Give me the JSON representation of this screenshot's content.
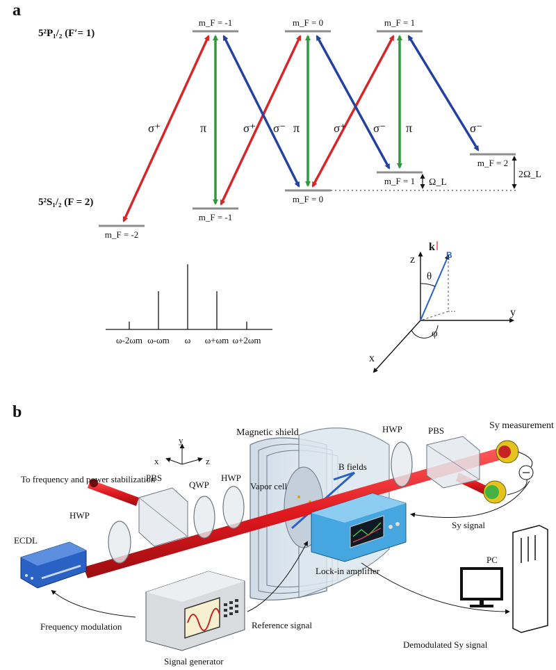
{
  "panel_a": {
    "label": "a",
    "excited_state": {
      "term": "5²P₁/₂",
      "qn": "(F′= 1)"
    },
    "ground_state": {
      "term": "5²S₁/₂",
      "qn": "(F = 2)"
    },
    "excited_levels": [
      "m_F = -1",
      "m_F = 0",
      "m_F = 1"
    ],
    "ground_levels": [
      "m_F = -2",
      "m_F = -1",
      "m_F = 0",
      "m_F = 1",
      "m_F = 2"
    ],
    "transitions": {
      "sigma_plus": "σ⁺",
      "pi": "π",
      "sigma_minus": "σ⁻"
    },
    "splitting_labels": [
      "Ω_L",
      "2Ω_L"
    ],
    "spectrum_ticks": [
      "ω-2ωm",
      "ω-ωm",
      "ω",
      "ω+ωm",
      "ω+2ωm"
    ],
    "spectrum_heights": [
      0.09,
      0.44,
      0.75,
      0.44,
      0.09
    ],
    "axes": {
      "x": "x",
      "y": "y",
      "z": "z",
      "k": "k",
      "B": "B",
      "theta": "θ",
      "phi": "φ"
    },
    "colors": {
      "sigma_plus": "#d7262a",
      "pi": "#2f9a3c",
      "sigma_minus": "#2440a0",
      "level": "#8c8c8c"
    }
  },
  "panel_b": {
    "label": "b",
    "labels": {
      "to_stab": "To frequency and power stabilization",
      "hwp1": "HWP",
      "pbs1": "PBS",
      "qwp": "QWP",
      "hwp2": "HWP",
      "shield": "Magnetic shield",
      "vapor": "Vapor cell",
      "bfields": "B fields",
      "hwp3": "HWP",
      "pbs2": "PBS",
      "sy_meas": "Sy measurement",
      "sy_signal": "Sy signal",
      "ecdl": "ECDL",
      "pc": "PC",
      "freq_mod": "Frequency modulation",
      "ref_signal": "Reference signal",
      "lockin": "Lock-in amplifier",
      "demod": "Demodulated Sy signal",
      "siggen": "Signal generator"
    },
    "axes": {
      "x": "x",
      "y": "y",
      "z": "z"
    },
    "colors": {
      "beam": "#e0191f",
      "ecdl": "#2a62c4",
      "lockin": "#46a6e0",
      "shield": "#b9c8d6"
    }
  }
}
